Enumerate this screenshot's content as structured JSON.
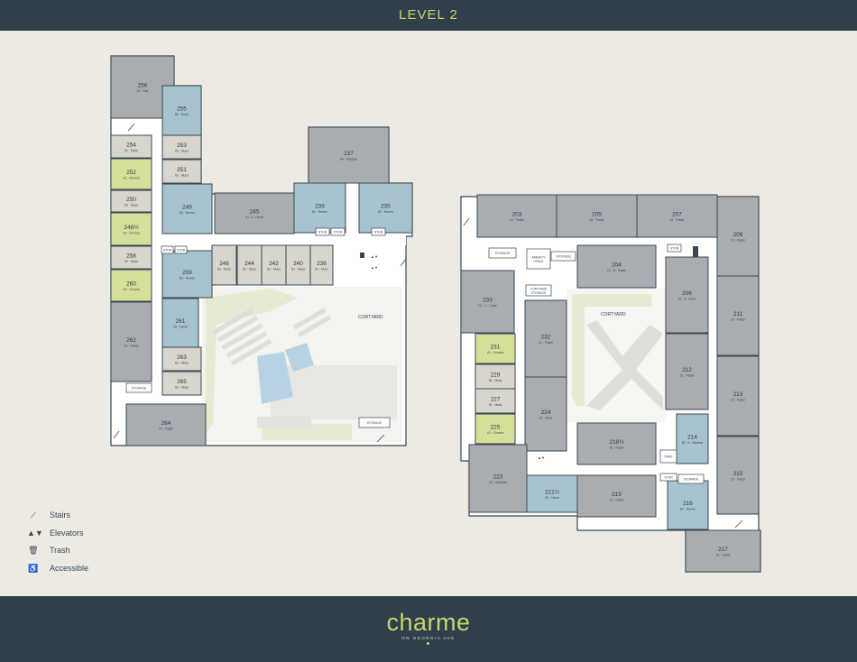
{
  "header": {
    "title": "LEVEL 2"
  },
  "legend": {
    "stairs": "Stairs",
    "elevators": "Elevators",
    "trash": "Trash",
    "accessible": "Accessible"
  },
  "labels": {
    "courtyard": "CORTYARD",
    "amenity": "AMENITY SPACE",
    "storage": "STORAGE",
    "stor": "STOR",
    "cortyard_storage": "CORTYARD STORAGE",
    "dave": "DAVE"
  },
  "brand": {
    "name": "charme",
    "sub": "ON GEORGIA AVE"
  },
  "colors": {
    "gray": "#a9adb1",
    "blue": "#a7c3cf",
    "green": "#d4df9a",
    "light": "#d8d5cc",
    "floor": "#ffffff",
    "plaza": "#e7eadb",
    "pool": "#b7d3e3",
    "wall": "#3a4752"
  },
  "units": [
    {
      "num": "256",
      "type": "D2 · Dan",
      "color": "gray"
    },
    {
      "num": "255",
      "type": "B1 · Noval",
      "color": "blue"
    },
    {
      "num": "254",
      "type": "B1 · Musa",
      "color": "light"
    },
    {
      "num": "253",
      "type": "B1 · Musa",
      "color": "light"
    },
    {
      "num": "252",
      "type": "A1 · Chroma",
      "color": "green"
    },
    {
      "num": "251",
      "type": "B1 · Musa",
      "color": "light"
    },
    {
      "num": "250",
      "type": "B1 · Musa",
      "color": "light"
    },
    {
      "num": "249",
      "type": "B2 · Revere",
      "color": "blue"
    },
    {
      "num": "248½",
      "type": "A1 · Chroma",
      "color": "green"
    },
    {
      "num": "258",
      "type": "B1 · Musa",
      "color": "light"
    },
    {
      "num": "259",
      "type": "B2 · Revere",
      "color": "blue"
    },
    {
      "num": "260",
      "type": "A1 · Chroma",
      "color": "green"
    },
    {
      "num": "261",
      "type": "B1 · Noval",
      "color": "blue"
    },
    {
      "num": "262",
      "type": "D1 · Pastel",
      "color": "gray"
    },
    {
      "num": "263",
      "type": "B1 · Musa",
      "color": "light"
    },
    {
      "num": "265",
      "type": "B1 · Musa",
      "color": "light"
    },
    {
      "num": "264",
      "type": "D1 · Pastel",
      "color": "gray"
    },
    {
      "num": "245",
      "type": "D1 · A · Pastel",
      "color": "gray"
    },
    {
      "num": "237",
      "type": "D4 · Odyssey",
      "color": "gray"
    },
    {
      "num": "239",
      "type": "B2 · Revere",
      "color": "blue"
    },
    {
      "num": "235",
      "type": "B2 · Revere",
      "color": "blue"
    },
    {
      "num": "246",
      "type": "B1 · Musa",
      "color": "light"
    },
    {
      "num": "244",
      "type": "B1 · Musa",
      "color": "light"
    },
    {
      "num": "242",
      "type": "B1 · Musa",
      "color": "light"
    },
    {
      "num": "240",
      "type": "B1 · Musa",
      "color": "light"
    },
    {
      "num": "238",
      "type": "B1 · Musa",
      "color": "light"
    },
    {
      "num": "203",
      "type": "D1 · Pastel",
      "color": "gray"
    },
    {
      "num": "205",
      "type": "D1 · Pastel",
      "color": "gray"
    },
    {
      "num": "207",
      "type": "D1 · Pastel",
      "color": "gray"
    },
    {
      "num": "209",
      "type": "D1 · Pastel",
      "color": "gray"
    },
    {
      "num": "233",
      "type": "D2 · C · Conte",
      "color": "gray"
    },
    {
      "num": "204",
      "type": "D1 · B · Pastel",
      "color": "gray"
    },
    {
      "num": "206",
      "type": "D2 · A · Verve",
      "color": "gray"
    },
    {
      "num": "211",
      "type": "D1 · Pastel",
      "color": "gray"
    },
    {
      "num": "231",
      "type": "A1 · Chroma",
      "color": "green"
    },
    {
      "num": "232",
      "type": "D1 · Pastel",
      "color": "gray"
    },
    {
      "num": "212",
      "type": "D1 · Pastel",
      "color": "gray"
    },
    {
      "num": "213",
      "type": "D1 · Pastel",
      "color": "gray"
    },
    {
      "num": "229",
      "type": "B1 · Musa",
      "color": "light"
    },
    {
      "num": "227",
      "type": "B1 · Musa",
      "color": "light"
    },
    {
      "num": "224",
      "type": "D2 · Verve",
      "color": "gray"
    },
    {
      "num": "225",
      "type": "A1 · Chroma",
      "color": "green"
    },
    {
      "num": "218½",
      "type": "D1 · Pastel",
      "color": "gray"
    },
    {
      "num": "214",
      "type": "B2 · A · Manifest",
      "color": "blue"
    },
    {
      "num": "215",
      "type": "D1 · Pastel",
      "color": "gray"
    },
    {
      "num": "223",
      "type": "D3 · Maverick",
      "color": "gray"
    },
    {
      "num": "221½",
      "type": "B1 · Noval",
      "color": "blue"
    },
    {
      "num": "219",
      "type": "D1 · Pastel",
      "color": "gray"
    },
    {
      "num": "216",
      "type": "B2 · Revere",
      "color": "blue"
    },
    {
      "num": "217",
      "type": "D1 · Pastel",
      "color": "gray"
    }
  ]
}
